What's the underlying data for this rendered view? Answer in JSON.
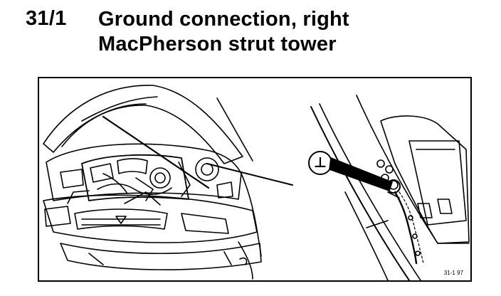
{
  "heading": {
    "section_number": "31/1",
    "title_line_1": "Ground connection, right",
    "title_line_2": "MacPherson strut tower"
  },
  "figure": {
    "callout_symbol": "⊥",
    "figure_code": "31-1 97",
    "icons": [
      "ground-symbol-icon"
    ],
    "line_color": "#000000"
  }
}
